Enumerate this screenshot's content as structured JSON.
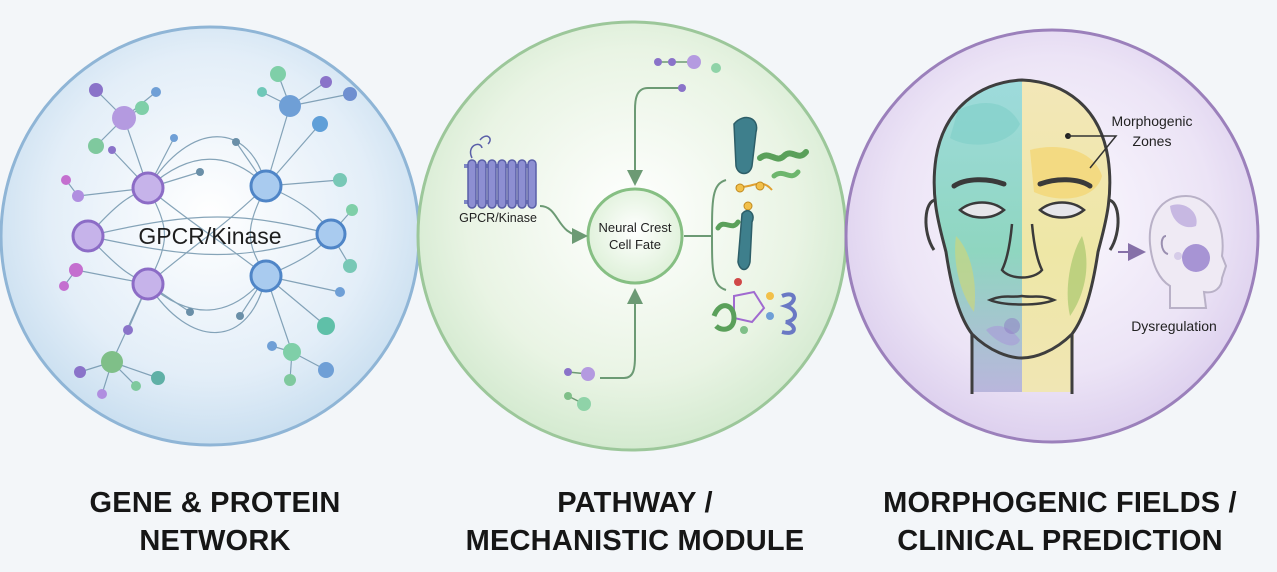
{
  "panels": {
    "network": {
      "hub_label": "GPCR/Kinase",
      "caption_line1": "GENE & PROTEIN",
      "caption_line2": "NETWORK"
    },
    "pathway": {
      "receptor_label": "GPCR/Kinase",
      "center_line1": "Neural Crest",
      "center_line2": "Cell Fate",
      "caption_line1": "PATHWAY /",
      "caption_line2": "MECHANISTIC MODULE"
    },
    "morphogenic": {
      "zones_line1": "Morphogenic",
      "zones_line2": "Zones",
      "dysregulation_label": "Dysregulation",
      "caption_line1": "MORPHOGENIC FIELDS /",
      "caption_line2": "CLINICAL PREDICTION"
    }
  },
  "colors": {
    "network_border": "#8fb5d6",
    "pathway_border": "#9cc79a",
    "morphogenic_border": "#9b80bb",
    "purple_node": "#a88fd2",
    "blue_node": "#6f9fd6",
    "green_node": "#7fc9a0",
    "teal_node": "#5fb0a6",
    "arrow": "#6c9a74"
  }
}
